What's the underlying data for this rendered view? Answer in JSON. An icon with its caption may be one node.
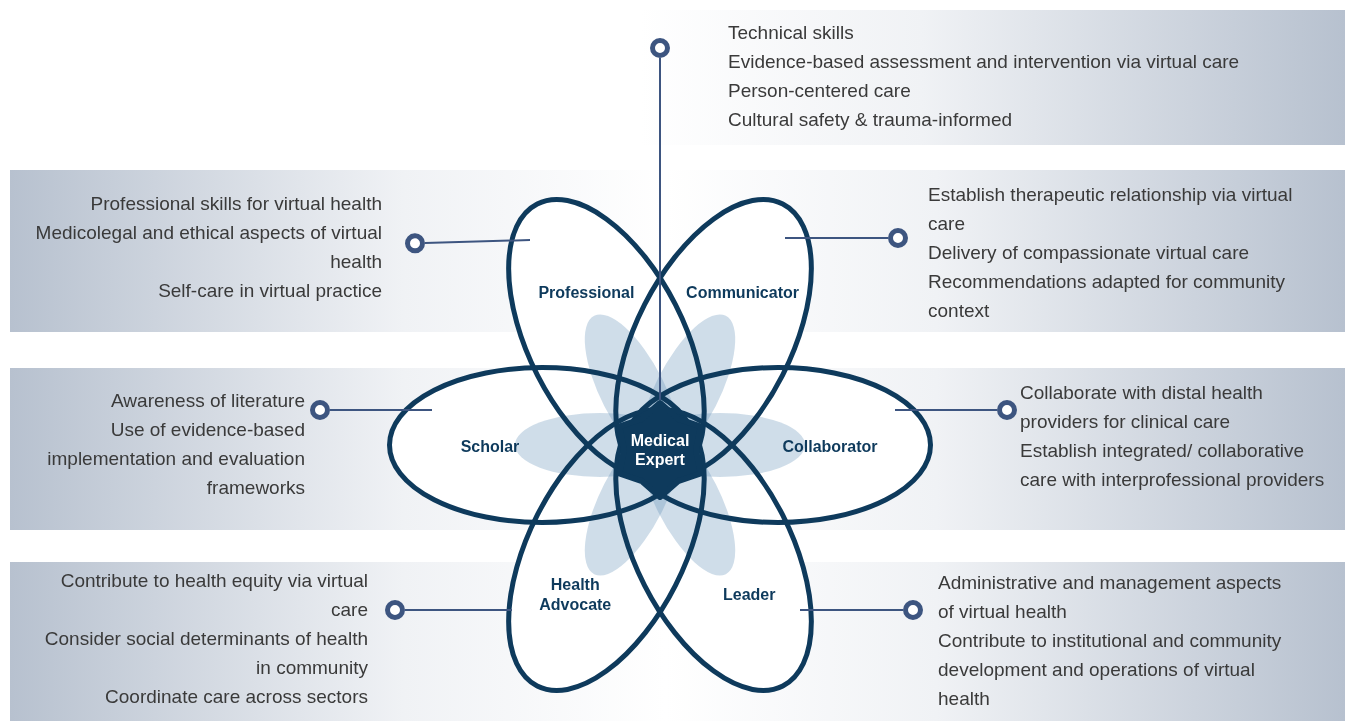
{
  "diagram": {
    "nodes": [
      {
        "text": [
          "Technical skills",
          "Evidence-based assessment and intervention via virtual care",
          "Person-centered care",
          "Cultural safety & trauma-informed"
        ]
      },
      {
        "text": [
          "Professional skills for virtual health",
          "Medicolegal and ethical aspects of virtual health",
          "Self-care in virtual practice"
        ]
      },
      {
        "text": [
          "Professional"
        ]
      },
      {
        "text": [
          "Communicator"
        ]
      },
      {
        "text": [
          "Establish therapeutic relationship via virtual care",
          "Delivery of compassionate virtual care",
          "Recommendations adapted for community context"
        ]
      },
      {
        "text": [
          "Awareness of literature",
          "Use of evidence-based implementation and evaluation frameworks"
        ]
      },
      {
        "text": [
          "Scholar"
        ]
      },
      {
        "text": [
          "Medical Expert"
        ]
      },
      {
        "text": [
          "Collaborator"
        ]
      },
      {
        "text": [
          "Collaborate with distal health providers for clinical care",
          "Establish integrated/ collaborative care with interprofessional providers"
        ]
      },
      {
        "text": [
          "Contribute to health equity via virtual care",
          "Consider social determinants of health in community",
          "Coordinate care across sectors"
        ]
      },
      {
        "text": [
          "Health Advocate"
        ]
      },
      {
        "text": [
          "Leader"
        ]
      },
      {
        "text": [
          "Administrative and management aspects of virtual health",
          "Contribute to institutional and community development and operations of virtual health"
        ]
      }
    ],
    "edges": [
      {
        "from": 7,
        "to": 0,
        "arrow": "other"
      },
      {
        "from": 2,
        "to": 1,
        "arrow": "other"
      },
      {
        "from": 3,
        "to": 4,
        "arrow": "other"
      },
      {
        "from": 6,
        "to": 5,
        "arrow": "other"
      },
      {
        "from": 8,
        "to": 9,
        "arrow": "other"
      },
      {
        "from": 11,
        "to": 10,
        "arrow": "other"
      },
      {
        "from": 12,
        "to": 13,
        "arrow": "other"
      }
    ]
  }
}
